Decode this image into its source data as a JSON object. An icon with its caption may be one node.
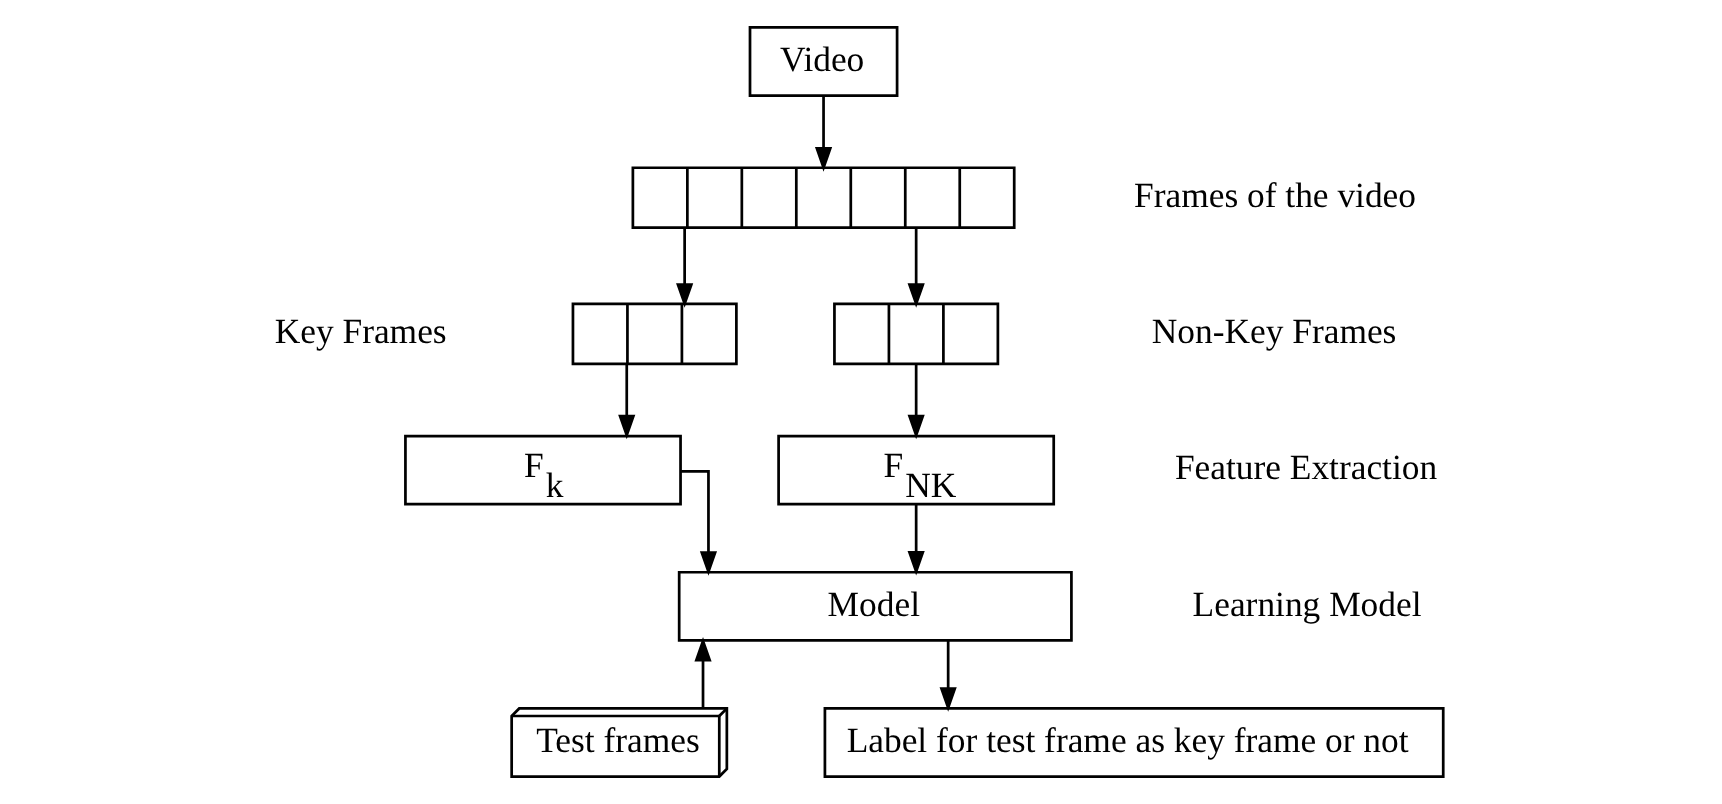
{
  "diagram": {
    "nodes": [
      {
        "text": [
          "Video"
        ]
      },
      {
        "text": [],
        "shape": "bar"
      },
      {
        "text": [],
        "shape": "bar"
      },
      {
        "text": [],
        "shape": "bar"
      },
      {
        "text": [
          "F$_{k}$"
        ]
      },
      {
        "text": [
          "F$_{NK}$"
        ]
      },
      {
        "text": [
          "Model"
        ]
      },
      {
        "text": [
          "Test frames"
        ]
      },
      {
        "text": [
          "Label for test frame as key frame or not"
        ]
      }
    ],
    "edges": [
      {
        "from": 0,
        "to": 1,
        "arrow": "to"
      },
      {
        "from": 1,
        "to": 2,
        "arrow": "to"
      },
      {
        "from": 1,
        "to": 3,
        "arrow": "to"
      },
      {
        "from": 2,
        "to": 4,
        "arrow": "to"
      },
      {
        "from": 3,
        "to": 5,
        "arrow": "to"
      },
      {
        "from": 4,
        "to": 6,
        "arrow": "to"
      },
      {
        "from": 5,
        "to": 6,
        "arrow": "to"
      },
      {
        "from": 7,
        "to": 6,
        "arrow": "to"
      },
      {
        "from": 6,
        "to": 8,
        "arrow": "to"
      }
    ],
    "labels": [
      "Frames of the video",
      "Key Frames",
      "Non-Key Frames",
      "Feature Extraction",
      "Learning Model"
    ]
  }
}
